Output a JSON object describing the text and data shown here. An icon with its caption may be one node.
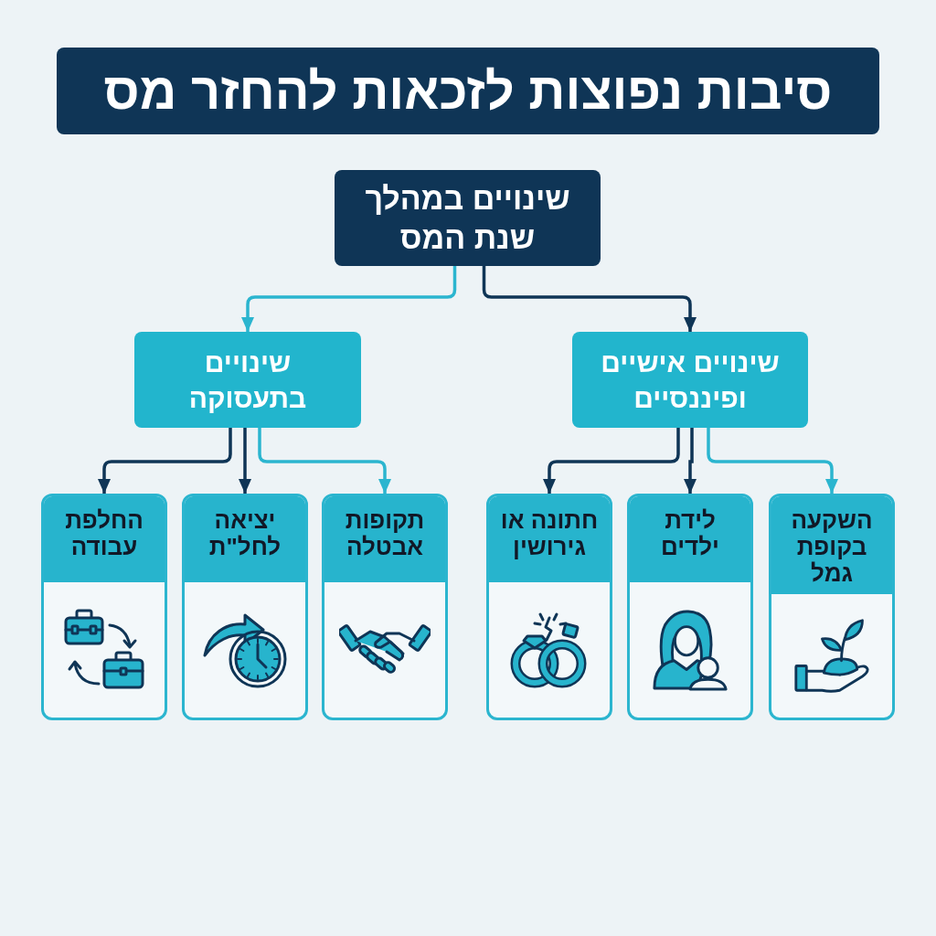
{
  "diagram": {
    "title": "סיבות נפוצות לזכאות להחזר מס",
    "nodes": [
      {
        "text": [
          "שינויים במהלך שנת המס"
        ]
      },
      {
        "text": [
          "שינויים אישיים ופיננסיים"
        ]
      },
      {
        "text": [
          "שינויים בתעסוקה"
        ]
      },
      {
        "text": [
          "השקעה בקופת גמל"
        ]
      },
      {
        "text": [
          "לידת ילדים"
        ]
      },
      {
        "text": [
          "חתונה או גירושין"
        ]
      },
      {
        "text": [
          "תקופות אבטלה"
        ]
      },
      {
        "text": [
          "יציאה לחל\"ת"
        ]
      },
      {
        "text": [
          "החלפת עבודה"
        ]
      }
    ],
    "edges": [
      {
        "from": 0,
        "to": 1,
        "arrow": "to"
      },
      {
        "from": 0,
        "to": 2,
        "arrow": "to",
        "color": "#2bb5cf"
      },
      {
        "from": 1,
        "to": 3,
        "arrow": "to",
        "color": "#2bb5cf"
      },
      {
        "from": 1,
        "to": 4,
        "arrow": "to"
      },
      {
        "from": 1,
        "to": 5,
        "arrow": "to"
      },
      {
        "from": 2,
        "to": 6,
        "arrow": "to",
        "color": "#2bb5cf"
      },
      {
        "from": 2,
        "to": 7,
        "arrow": "to"
      },
      {
        "from": 2,
        "to": 8,
        "arrow": "to"
      }
    ]
  }
}
